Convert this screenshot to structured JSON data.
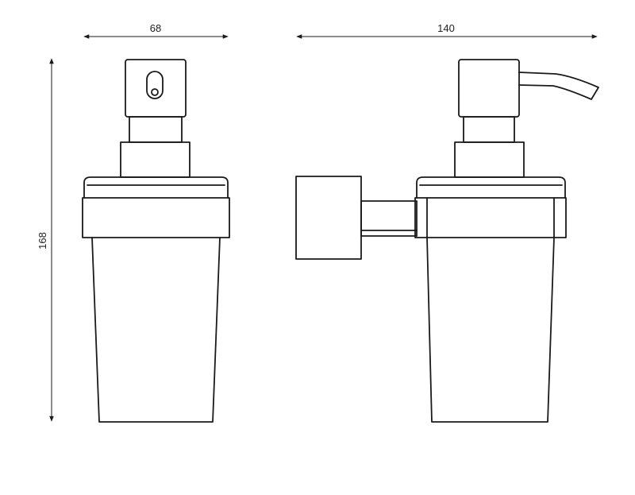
{
  "dimensions": {
    "width": "68",
    "depth": "140",
    "height": "168"
  },
  "colors": {
    "line": "#1a1a1a",
    "background": "#ffffff"
  }
}
